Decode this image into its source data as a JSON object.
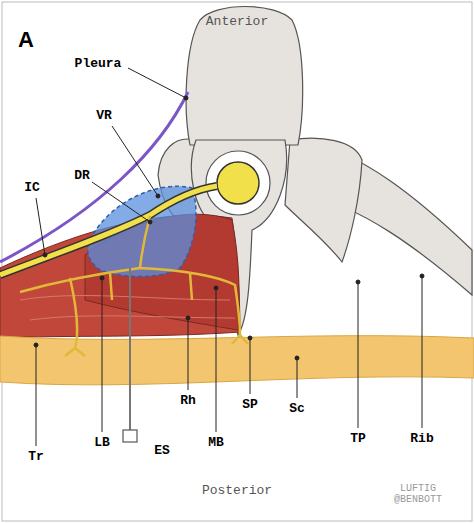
{
  "diagram": {
    "labels": [
      "A",
      "Anterior",
      "Pleura",
      "VR",
      "DR",
      "IC",
      "Tr",
      "LB",
      "ES",
      "Rh",
      "MB",
      "SP",
      "Sc",
      "TP",
      "Rib",
      "Posterior",
      "LUFTIG @BENBOTT"
    ]
  }
}
